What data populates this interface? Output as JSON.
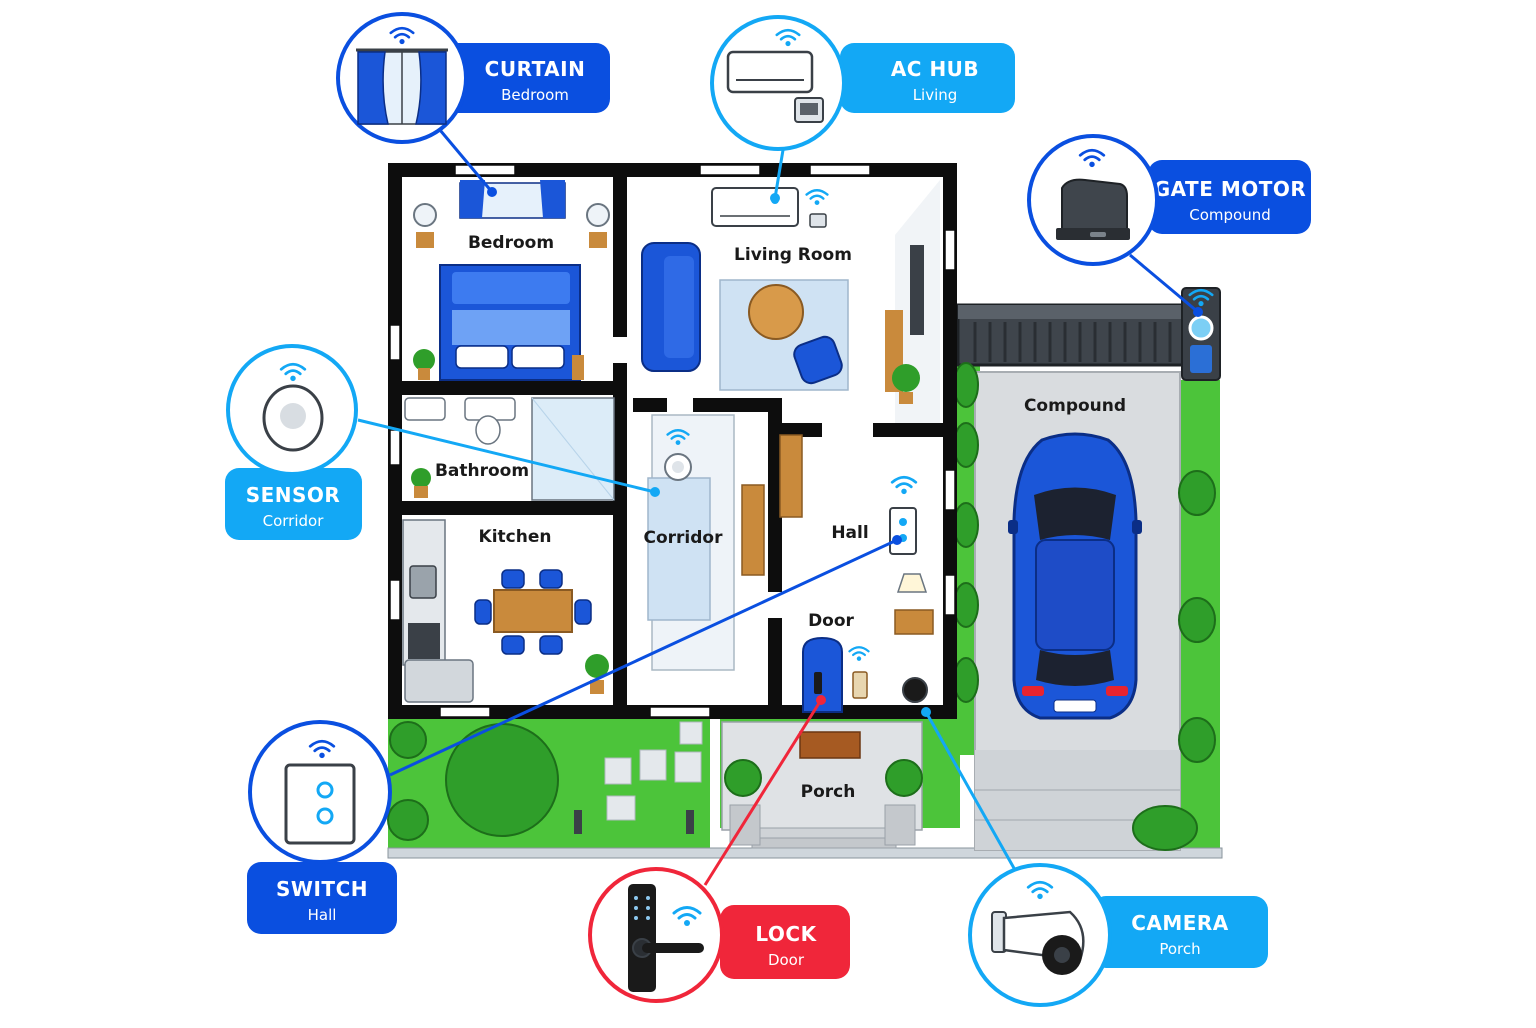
{
  "rooms": {
    "bedroom": "Bedroom",
    "living_room": "Living Room",
    "bathroom": "Bathroom",
    "kitchen": "Kitchen",
    "corridor": "Corridor",
    "hall": "Hall",
    "door": "Door",
    "porch": "Porch",
    "compound": "Compound"
  },
  "devices": {
    "curtain": {
      "title": "CURTAIN",
      "location": "Bedroom",
      "color": "#0a4fe0"
    },
    "ac_hub": {
      "title": "AC HUB",
      "location": "Living",
      "color": "#13a8f5"
    },
    "gate_motor": {
      "title": "GATE MOTOR",
      "location": "Compound",
      "color": "#0a4fe0"
    },
    "sensor": {
      "title": "SENSOR",
      "location": "Corridor",
      "color": "#13a8f5"
    },
    "switch": {
      "title": "SWITCH",
      "location": "Hall",
      "color": "#0a4fe0"
    },
    "lock": {
      "title": "LOCK",
      "location": "Door",
      "color": "#f0263a"
    },
    "camera": {
      "title": "CAMERA",
      "location": "Porch",
      "color": "#13a8f5"
    }
  },
  "colors": {
    "wall": "#0d0d0d",
    "furniture_blue": "#1652e0",
    "lawn": "#4cc43a",
    "floor": "#ffffff"
  }
}
